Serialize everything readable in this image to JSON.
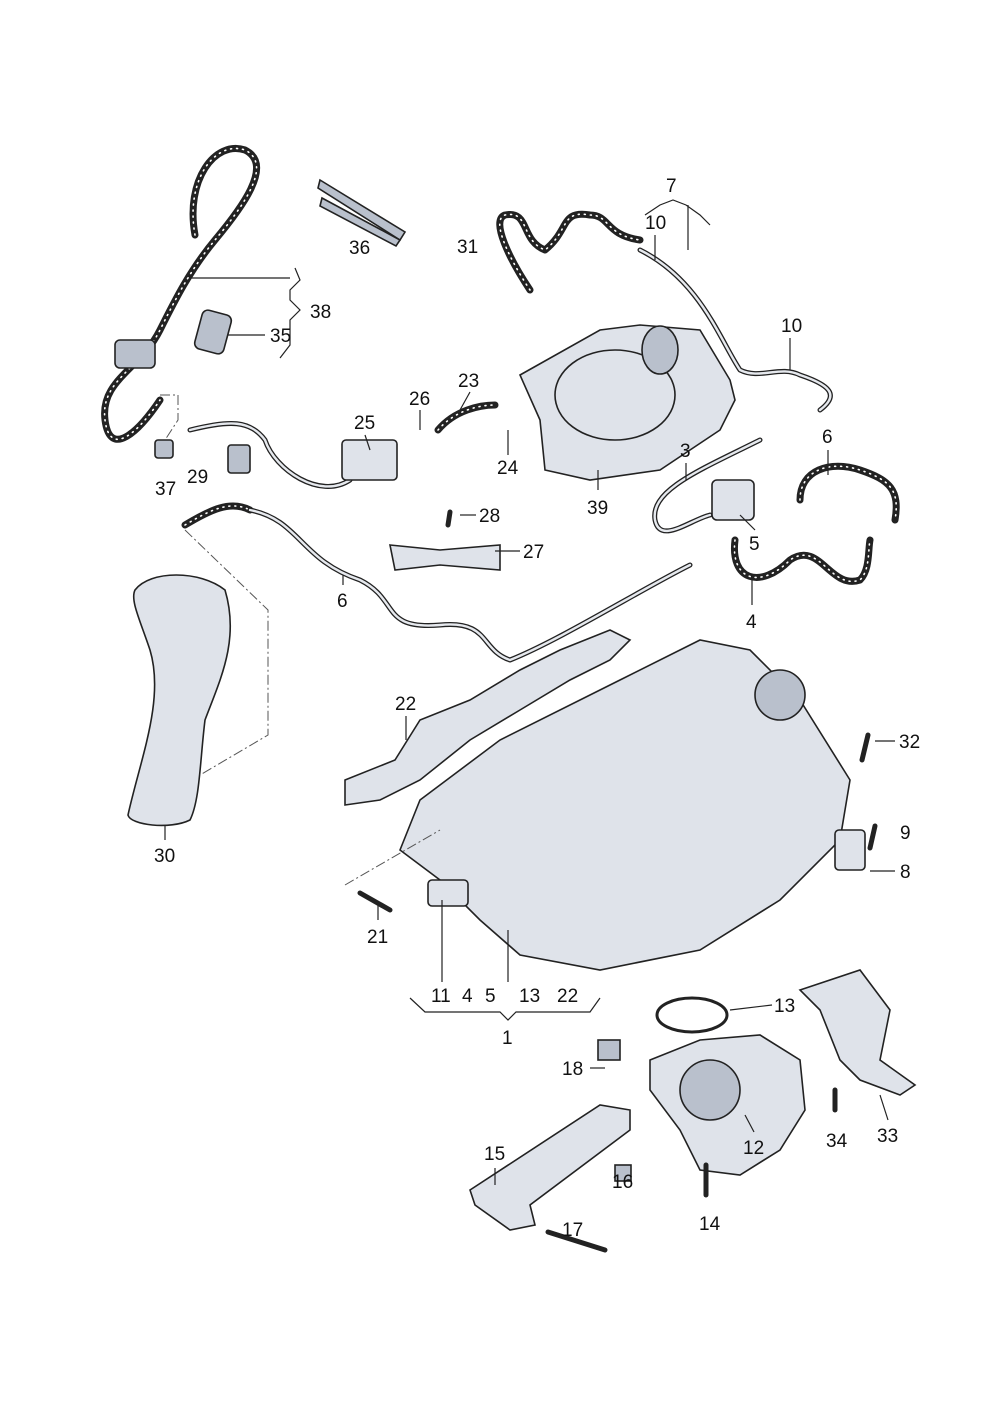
{
  "diagram": {
    "title": "Intake manifold parts diagram",
    "colors": {
      "part": "#dfe3ea",
      "outline": "#222222",
      "hose": "#222222"
    },
    "labels": {
      "p7": "7",
      "p10a": "10",
      "p31": "31",
      "p36": "36",
      "p38": "38",
      "p35": "35",
      "p10b": "10",
      "p23": "23",
      "p26": "26",
      "p25": "25",
      "p6a": "6",
      "p3": "3",
      "p24": "24",
      "p37": "37",
      "p29": "29",
      "p39": "39",
      "p28": "28",
      "p5": "5",
      "p27": "27",
      "p6b": "6",
      "p4": "4",
      "p22": "22",
      "p32": "32",
      "p9": "9",
      "p8": "8",
      "p30": "30",
      "p21": "21",
      "g11": "11",
      "g4": "4",
      "g5": "5",
      "g13": "13",
      "g22": "22",
      "p1": "1",
      "p13": "13",
      "p18": "18",
      "p15": "15",
      "p12": "12",
      "p16": "16",
      "p34": "34",
      "p33": "33",
      "p17": "17",
      "p14": "14"
    }
  }
}
